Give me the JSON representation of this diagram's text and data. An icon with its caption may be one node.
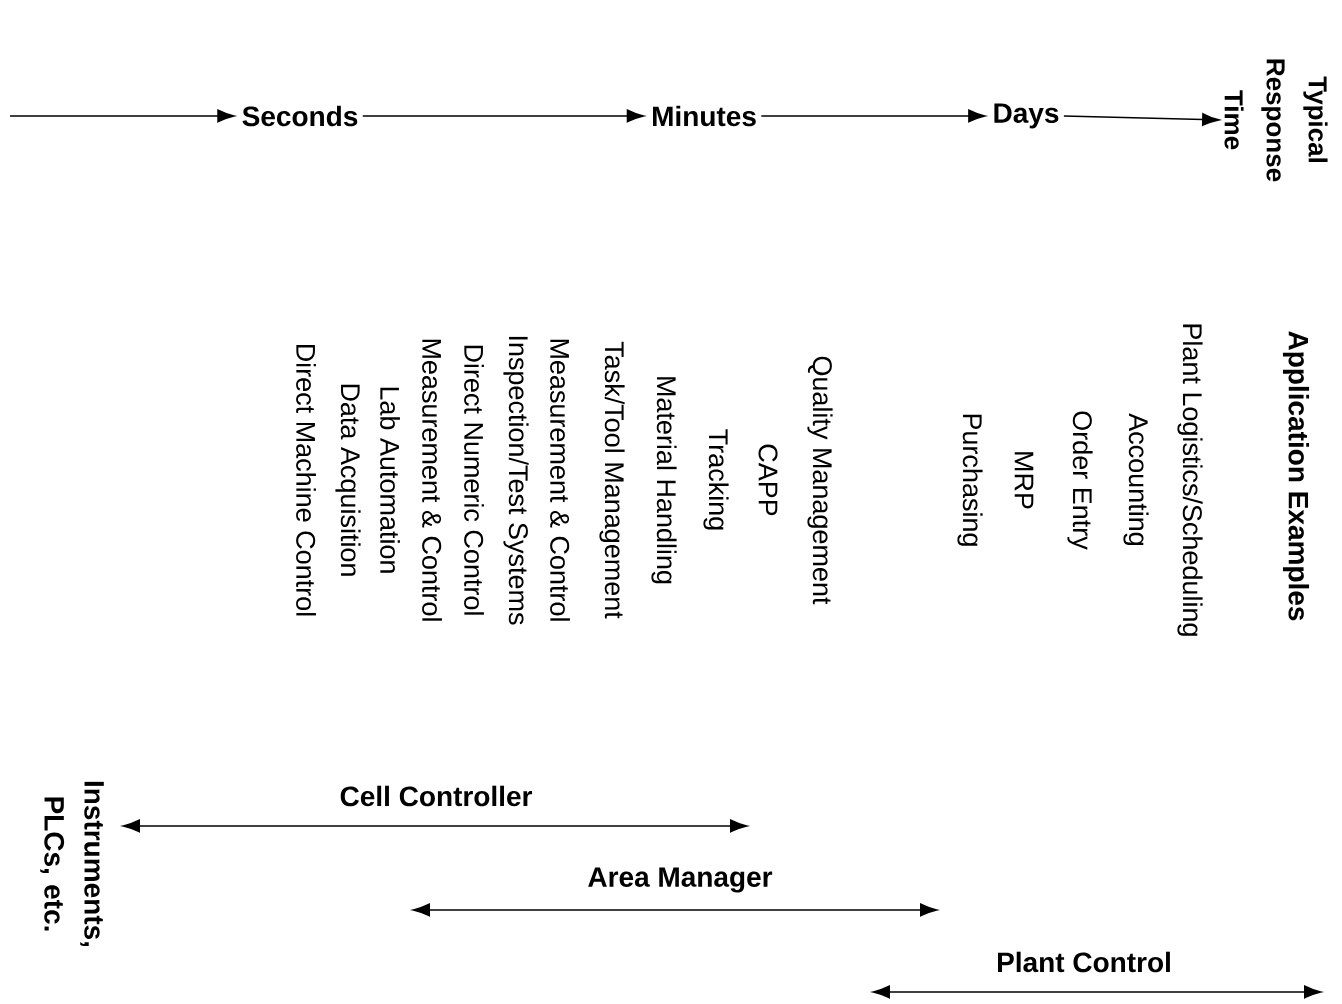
{
  "diagram": {
    "nodes": [
      {
        "text": [
          "Seconds"
        ]
      },
      {
        "text": [
          "Minutes"
        ]
      },
      {
        "text": [
          "Days"
        ]
      },
      {
        "text": [
          "Typical Response Time"
        ]
      }
    ],
    "edges": [
      {
        "from": null,
        "to": 0,
        "arrow": "to"
      },
      {
        "from": 0,
        "to": 1,
        "arrow": "to"
      },
      {
        "from": 1,
        "to": 2,
        "arrow": "to"
      },
      {
        "from": 2,
        "to": 3,
        "arrow": "to"
      }
    ],
    "labels": [
      "Application Examples",
      "Plant Logistics/Scheduling",
      "Accounting",
      "Order Entry",
      "MRP",
      "Purchasing",
      "Quality Management",
      "CAPP",
      "Tracking",
      "Material Handling",
      "Task/Tool Management",
      "Measurement & Control",
      "Inspection/Test Systems",
      "Direct Numeric Control",
      "Measurement & Control",
      "Lab Automation",
      "Data Acquisition",
      "Direct Machine Control",
      "Instruments, PLCs, etc.",
      "Cell Controller",
      "Area Manager",
      "Plant Control"
    ]
  }
}
